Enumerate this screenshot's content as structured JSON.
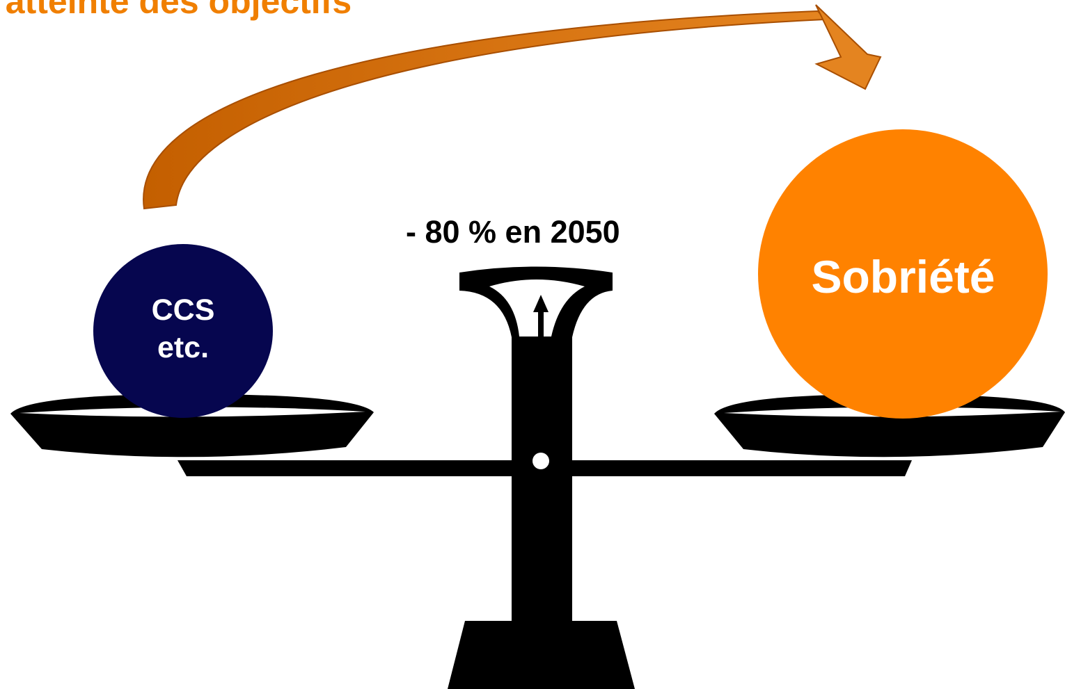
{
  "title": "l'atteinte des objectifs",
  "target_label": "- 80 % en 2050",
  "left_weight": {
    "line1": "CCS",
    "line2": "etc."
  },
  "right_weight": {
    "label": "Sobriété"
  },
  "colors": {
    "title": "#f07f00",
    "left_weight": "#06064f",
    "right_weight": "#ff8200",
    "arrow": "#cc6600",
    "scale": "#000000"
  }
}
